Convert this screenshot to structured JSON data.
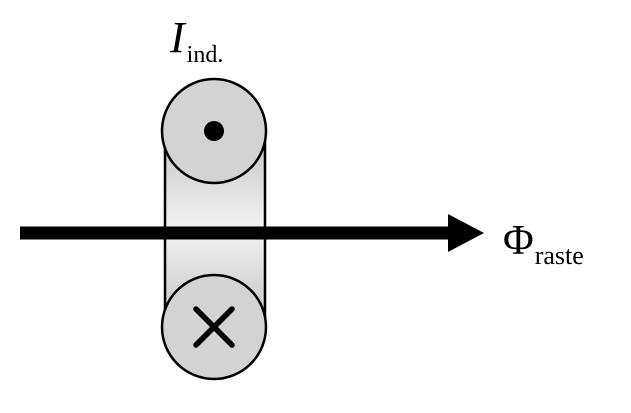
{
  "labels": {
    "current_symbol": "I",
    "current_subscript": "ind.",
    "flux_symbol": "Φ",
    "flux_subscript": "raste"
  },
  "icons": {
    "top_conductor": "dot-out-of-page-icon",
    "bottom_conductor": "cross-into-page-icon",
    "flux_arrow": "arrow-right-icon"
  },
  "colors": {
    "stroke": "#000000",
    "conductor_fill": "#d3d3d3",
    "band_light": "#f2f2f2",
    "band_dark": "#c4c4c4",
    "background": "#ffffff"
  }
}
